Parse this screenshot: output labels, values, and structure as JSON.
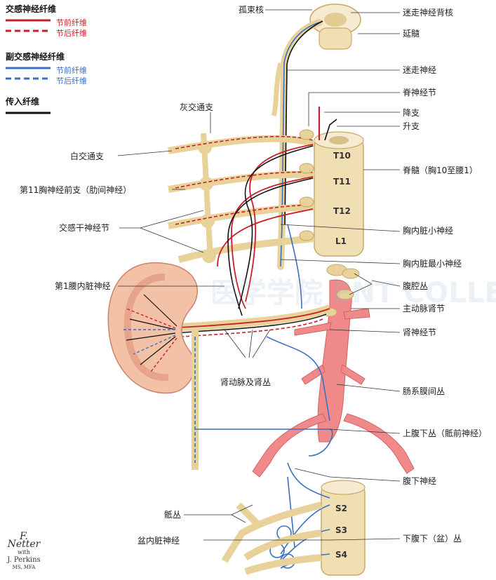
{
  "legend": {
    "sympathetic_title": "交感神经纤维",
    "sympathetic_pre": "节前纤维",
    "sympathetic_post": "节后纤维",
    "parasympathetic_title": "副交感神经纤维",
    "parasympathetic_pre": "节前纤维",
    "parasympathetic_post": "节后纤维",
    "afferent_title": "传入纤维"
  },
  "colors": {
    "sympathetic": "#c8202b",
    "parasympathetic": "#3a6fc4",
    "afferent": "#111111",
    "nerve": "#e8d29a",
    "artery": "#f08a8a",
    "kidney": "#e9a98a"
  },
  "labels_left": {
    "gray_ramus": "灰交通支",
    "white_ramus": "白交通支",
    "t11_anterior": "第11胸神经前支（肋间神经）",
    "sympathetic_ganglia": "交感干神经节",
    "l1_splanchnic": "第1腰内脏神经",
    "renal_plexus": "肾动脉及肾丛",
    "sacral_plexus": "骶丛",
    "pelvic_splanchnic": "盆内脏神经"
  },
  "labels_right": {
    "solitary_nucleus": "孤束核",
    "vagal_dorsal_nucleus": "迷走神经背核",
    "medulla": "延髓",
    "vagus_nerve": "迷走神经",
    "spinal_ganglion": "脊神经节",
    "descending_branch": "降支",
    "ascending_branch": "升支",
    "spinal_cord": "脊髓（胸10至腰1）",
    "lesser_splanchnic": "胸内脏小神经",
    "least_splanchnic": "胸内脏最小神经",
    "celiac_plexus": "腹腔丛",
    "aorticorenal_ganglion": "主动脉肾节",
    "renal_ganglion": "肾神经节",
    "intermesenteric_plexus": "肠系膜间丛",
    "superior_hypogastric": "上腹下丛（骶前神经）",
    "hypogastric_nerve": "腹下神经",
    "inferior_hypogastric": "下腹下（盆）丛"
  },
  "segments": [
    "T10",
    "T11",
    "T12",
    "L1",
    "S2",
    "S3",
    "S4"
  ],
  "watermark": "医学学院 ENT COLLEGE",
  "signature": {
    "name": "F. Netter",
    "with": "with",
    "coauthor": "J. Perkins",
    "degree": "MS, MFA"
  }
}
